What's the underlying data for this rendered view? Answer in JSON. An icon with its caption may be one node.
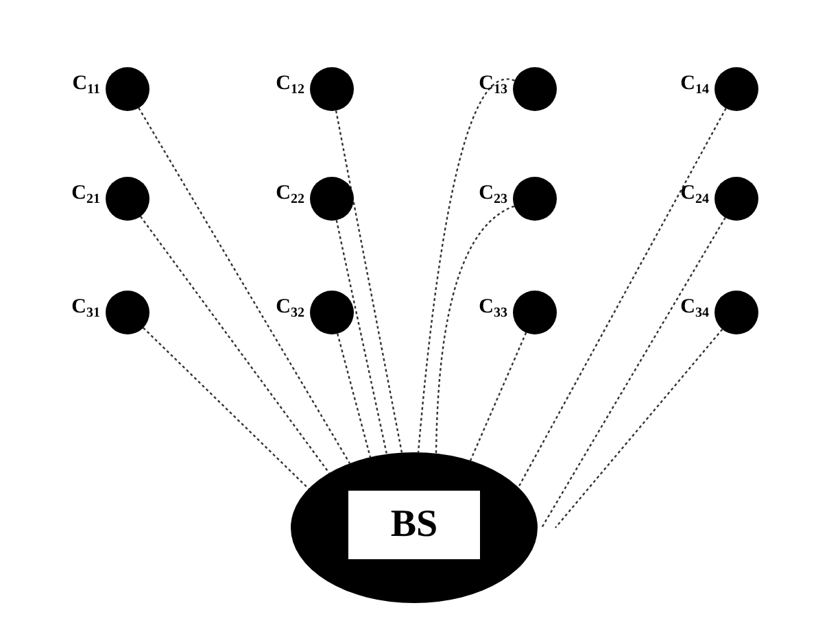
{
  "diagram": {
    "nodes": [
      {
        "text": [],
        "shape": "circle",
        "beside": [
          "C$_{11}$"
        ]
      },
      {
        "text": [],
        "shape": "circle",
        "beside": [
          "C$_{12}$"
        ]
      },
      {
        "text": [],
        "shape": "circle",
        "beside": [
          "C$_{13}$"
        ]
      },
      {
        "text": [],
        "shape": "circle",
        "beside": [
          "C$_{14}$"
        ]
      },
      {
        "text": [],
        "shape": "circle",
        "beside": [
          "C$_{21}$"
        ]
      },
      {
        "text": [],
        "shape": "circle",
        "beside": [
          "C$_{22}$"
        ]
      },
      {
        "text": [],
        "shape": "circle",
        "beside": [
          "C$_{23}$"
        ]
      },
      {
        "text": [],
        "shape": "circle",
        "beside": [
          "C$_{24}$"
        ]
      },
      {
        "text": [],
        "shape": "circle",
        "beside": [
          "C$_{31}$"
        ]
      },
      {
        "text": [],
        "shape": "circle",
        "beside": [
          "C$_{32}$"
        ]
      },
      {
        "text": [],
        "shape": "circle",
        "beside": [
          "C$_{33}$"
        ]
      },
      {
        "text": [],
        "shape": "circle",
        "beside": [
          "C$_{34}$"
        ]
      },
      {
        "text": [
          "BS"
        ]
      }
    ],
    "edges": [
      {
        "from": 0,
        "to": 12,
        "arrow": "none",
        "style": "dashed"
      },
      {
        "from": 1,
        "to": 12,
        "arrow": "none",
        "style": "dashed"
      },
      {
        "from": 2,
        "to": 12,
        "arrow": "none",
        "style": "dashed"
      },
      {
        "from": 3,
        "to": 12,
        "arrow": "none",
        "style": "dashed"
      },
      {
        "from": 4,
        "to": 12,
        "arrow": "none",
        "style": "dashed"
      },
      {
        "from": 5,
        "to": 12,
        "arrow": "none",
        "style": "dashed"
      },
      {
        "from": 6,
        "to": 12,
        "arrow": "none",
        "style": "dashed"
      },
      {
        "from": 7,
        "to": 12,
        "arrow": "none",
        "style": "dashed"
      },
      {
        "from": 8,
        "to": 12,
        "arrow": "none",
        "style": "dashed"
      },
      {
        "from": 9,
        "to": 12,
        "arrow": "none",
        "style": "dashed"
      },
      {
        "from": 10,
        "to": 12,
        "arrow": "none",
        "style": "dashed"
      },
      {
        "from": 11,
        "to": 12,
        "arrow": "none",
        "style": "dashed"
      }
    ]
  }
}
